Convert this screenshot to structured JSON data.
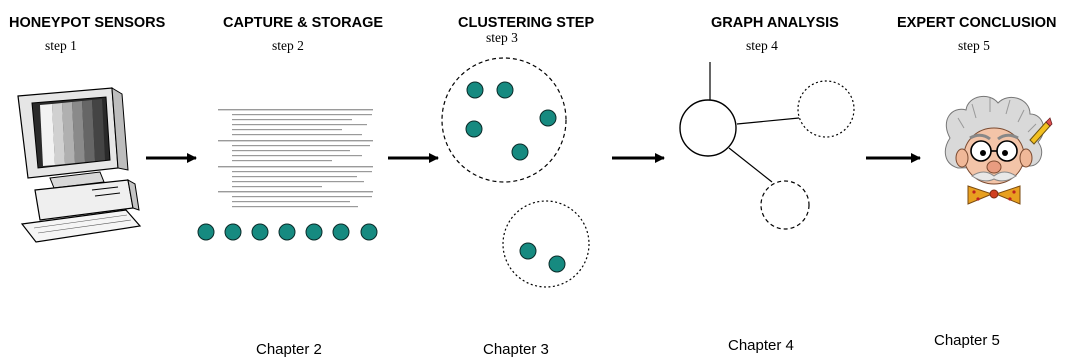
{
  "stages": [
    {
      "title": "HONEYPOT SENSORS",
      "step": "step 1",
      "chapter": ""
    },
    {
      "title": "CAPTURE & STORAGE",
      "step": "step 2",
      "chapter": "Chapter 2"
    },
    {
      "title": "CLUSTERING STEP",
      "step": "step 3",
      "chapter": "Chapter 3"
    },
    {
      "title": "GRAPH ANALYSIS",
      "step": "step 4",
      "chapter": "Chapter 4"
    },
    {
      "title": "EXPERT CONCLUSION",
      "step": "step 5",
      "chapter": "Chapter 5"
    }
  ],
  "colors": {
    "dot": "#168a80",
    "dot_stroke": "#0b2a28",
    "arrow": "#000000",
    "log_text": "#8a8a8a"
  },
  "icons": [
    "computer-icon",
    "log-document-icon",
    "expert-face-icon"
  ]
}
